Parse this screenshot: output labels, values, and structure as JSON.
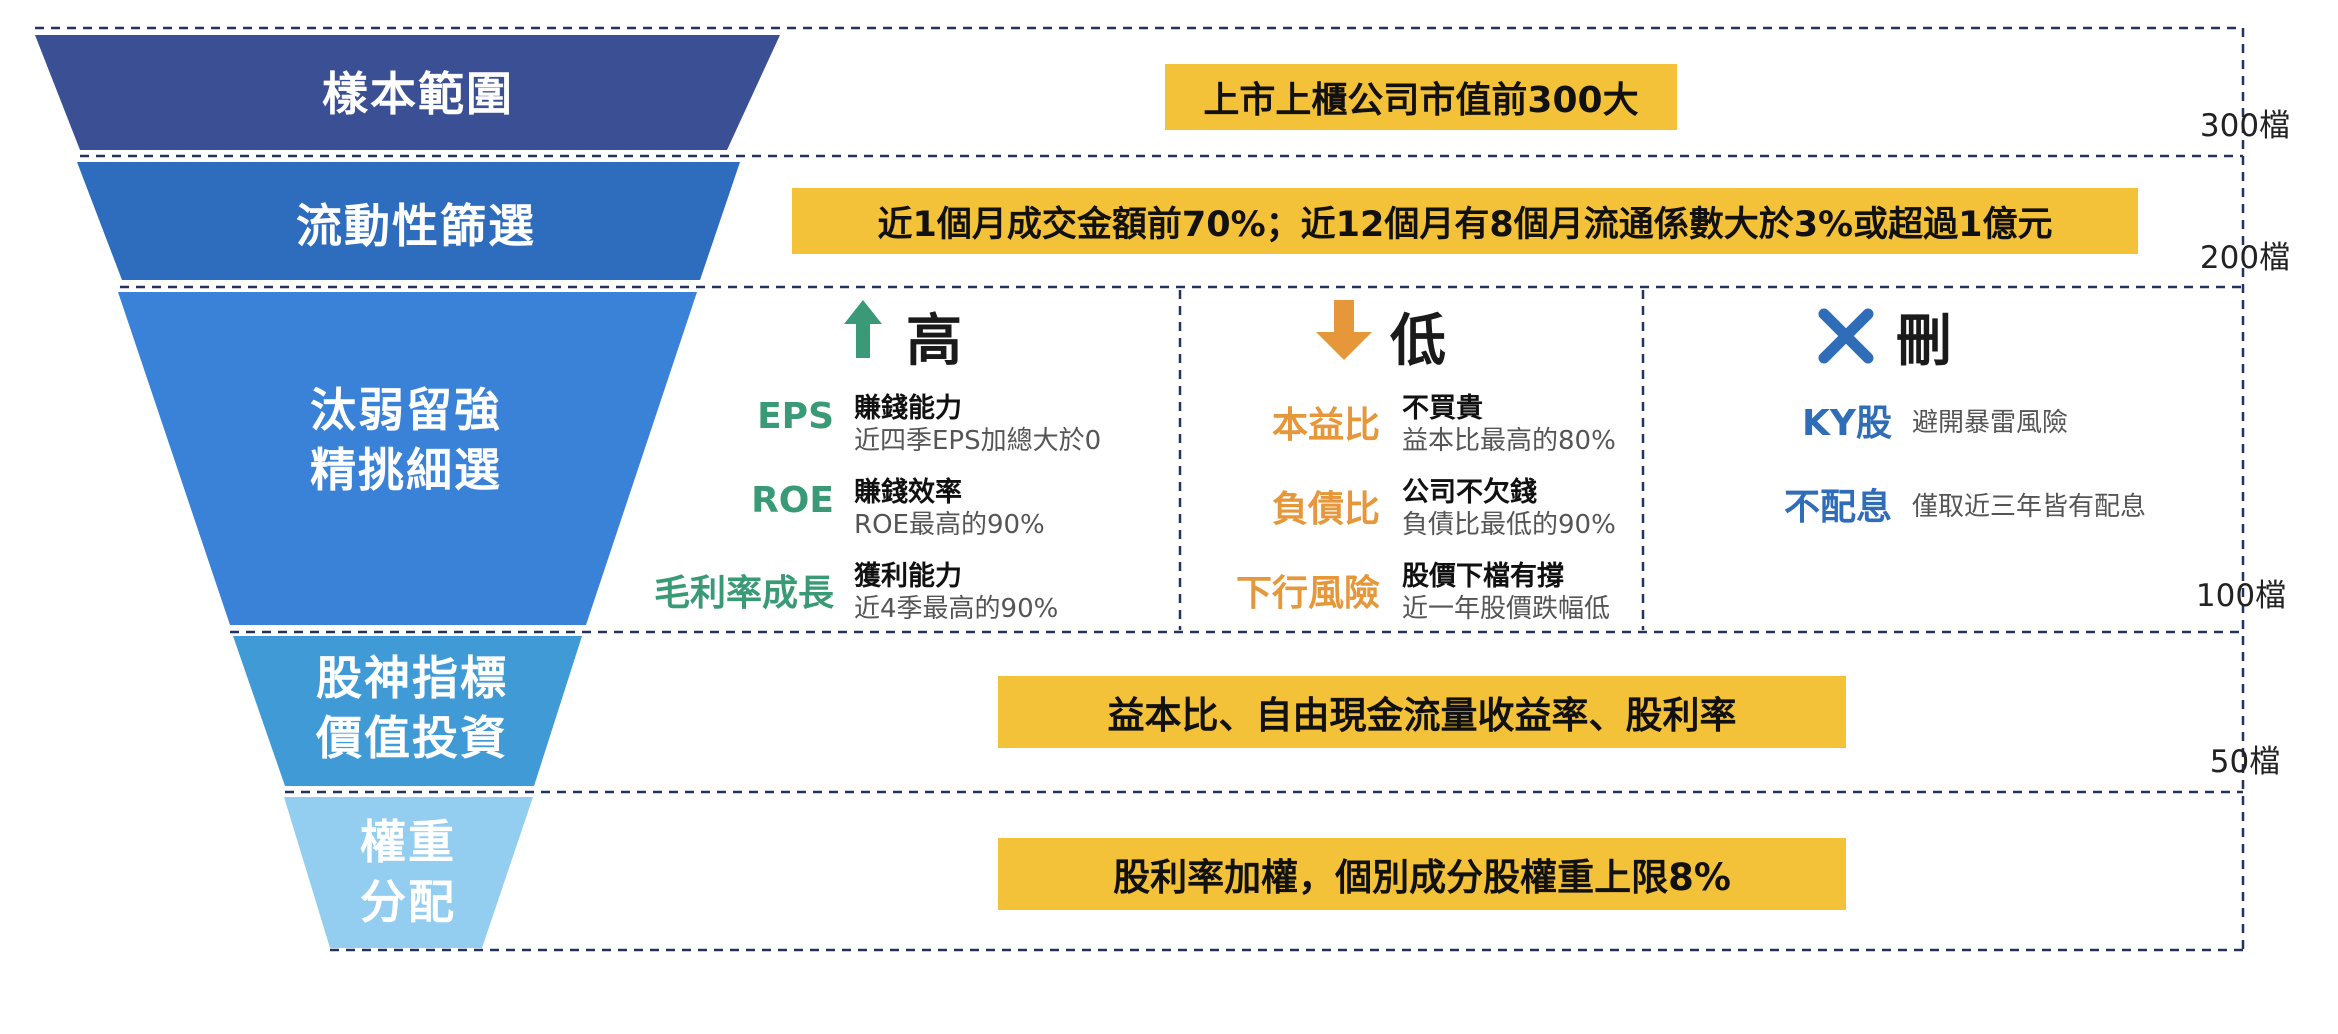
{
  "stages": [
    {
      "line1": "樣本範圍",
      "line2": "",
      "color": "#3b4f94"
    },
    {
      "line1": "流動性篩選",
      "line2": "",
      "color": "#2e6cbd"
    },
    {
      "line1": "汰弱留強",
      "line2": "精挑細選",
      "color": "#3a82d8"
    },
    {
      "line1": "股神指標",
      "line2": "價值投資",
      "color": "#3f9ad6"
    },
    {
      "line1": "權重",
      "line2": "分配",
      "color": "#93cdf0"
    }
  ],
  "counts": [
    "300檔",
    "200檔",
    "100檔",
    "50檔"
  ],
  "boxes": {
    "sample": "上市上櫃公司市值前300大",
    "liquidity": "近1個月成交金額前70%；近12個月有8個月流通係數大於3%或超過1億元",
    "value": "益本比、自由現金流量收益率、股利率",
    "weight": "股利率加權，個別成分股權重上限8%"
  },
  "columns": {
    "high": {
      "heading": "高",
      "icon": "arrow-up-icon",
      "color": "#3a9a78",
      "items": [
        {
          "name": "EPS",
          "title": "賺錢能力",
          "desc": "近四季EPS加總大於0"
        },
        {
          "name": "ROE",
          "title": "賺錢效率",
          "desc": "ROE最高的90%"
        },
        {
          "name": "毛利率成長",
          "title": "獲利能力",
          "desc": "近4季最高的90%"
        }
      ]
    },
    "low": {
      "heading": "低",
      "icon": "arrow-down-icon",
      "color": "#e6973a",
      "items": [
        {
          "name": "本益比",
          "title": "不買貴",
          "desc": "益本比最高的80%"
        },
        {
          "name": "負債比",
          "title": "公司不欠錢",
          "desc": "負債比最低的90%"
        },
        {
          "name": "下行風險",
          "title": "股價下檔有撐",
          "desc": "近一年股價跌幅低"
        }
      ]
    },
    "remove": {
      "heading": "刪",
      "icon": "cross-icon",
      "color": "#2f6db8",
      "items": [
        {
          "name": "KY股",
          "desc": "避開暴雷風險"
        },
        {
          "name": "不配息",
          "desc": "僅取近三年皆有配息"
        }
      ]
    }
  }
}
